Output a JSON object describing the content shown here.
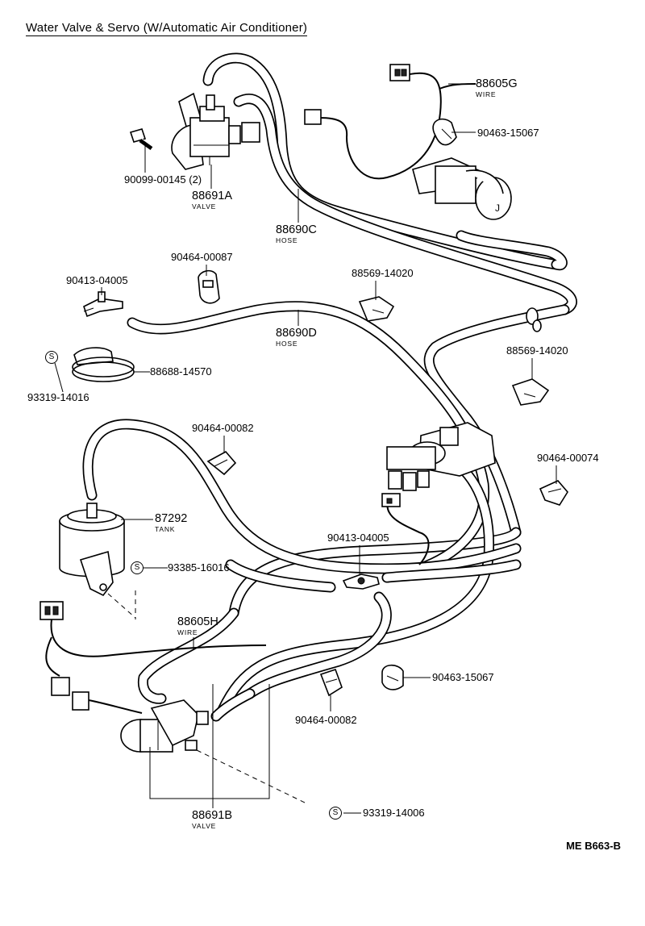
{
  "title": "Water Valve & Servo (W/Automatic Air Conditioner)",
  "parts": {
    "p88605G": {
      "number": "88605G",
      "name": "WIRE"
    },
    "p90463a": {
      "number": "90463-15067"
    },
    "p90099": {
      "number": "90099-00145 (2)"
    },
    "p88691A": {
      "number": "88691A",
      "name": "VALVE"
    },
    "p88690C": {
      "number": "88690C",
      "name": "HOSE"
    },
    "p90464a": {
      "number": "90464-00087"
    },
    "p90413a": {
      "number": "90413-04005"
    },
    "p88569a": {
      "number": "88569-14020"
    },
    "p88690D": {
      "number": "88690D",
      "name": "HOSE"
    },
    "p88569b": {
      "number": "88569-14020"
    },
    "p88688": {
      "number": "88688-14570"
    },
    "p93319a": {
      "number": "93319-14016",
      "mark": "S"
    },
    "p90464b": {
      "number": "90464-00082"
    },
    "p90464c": {
      "number": "90464-00074"
    },
    "p87292": {
      "number": "87292",
      "name": "TANK"
    },
    "p90413b": {
      "number": "90413-04005"
    },
    "p93385": {
      "number": "93385-16016",
      "mark": "S"
    },
    "p88605H": {
      "number": "88605H",
      "name": "WIRE"
    },
    "p90463b": {
      "number": "90463-15067"
    },
    "p90464d": {
      "number": "90464-00082"
    },
    "p88691B": {
      "number": "88691B",
      "name": "VALVE"
    },
    "p93319b": {
      "number": "93319-14006",
      "mark": "S"
    }
  },
  "diagram_code": "ME B663-B"
}
